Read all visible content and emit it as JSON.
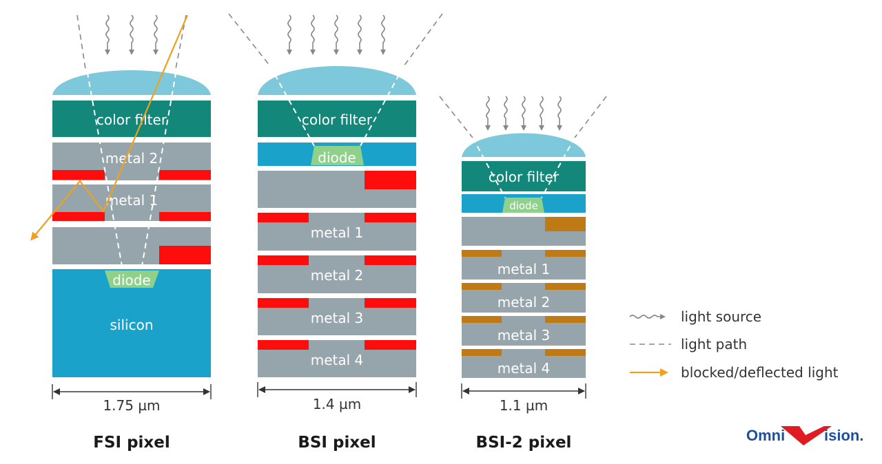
{
  "colors": {
    "lens": "#7ec8dc",
    "filter": "#13877a",
    "metal_layer": "#96a5ac",
    "silicon": "#1ba2cb",
    "diode": "#8fd08a",
    "metal_red": "#ff0d0d",
    "metal_copper": "#bf7a16",
    "orange_ray": "#f0a020",
    "logo_blue": "#1f4f9c",
    "logo_red": "#e01b22"
  },
  "pixels": {
    "fsi": {
      "color_filter": "color filter",
      "metal2": "metal 2",
      "metal1": "metal 1",
      "diode": "diode",
      "silicon": "silicon",
      "dimension": "1.75 µm",
      "caption": "FSI pixel"
    },
    "bsi": {
      "color_filter": "color filter",
      "diode": "diode",
      "metal1": "metal 1",
      "metal2": "metal 2",
      "metal3": "metal 3",
      "metal4": "metal 4",
      "dimension": "1.4 µm",
      "caption": "BSI pixel"
    },
    "bsi2": {
      "color_filter": "color filter",
      "diode": "diode",
      "metal1": "metal 1",
      "metal2": "metal 2",
      "metal3": "metal 3",
      "metal4": "metal 4",
      "dimension": "1.1 µm",
      "caption": "BSI-2 pixel"
    }
  },
  "legend": {
    "light_source": "light source",
    "light_path": "light path",
    "blocked_light": "blocked/deflected light"
  },
  "logo": {
    "text_left": "Omni",
    "text_right": "ision."
  }
}
